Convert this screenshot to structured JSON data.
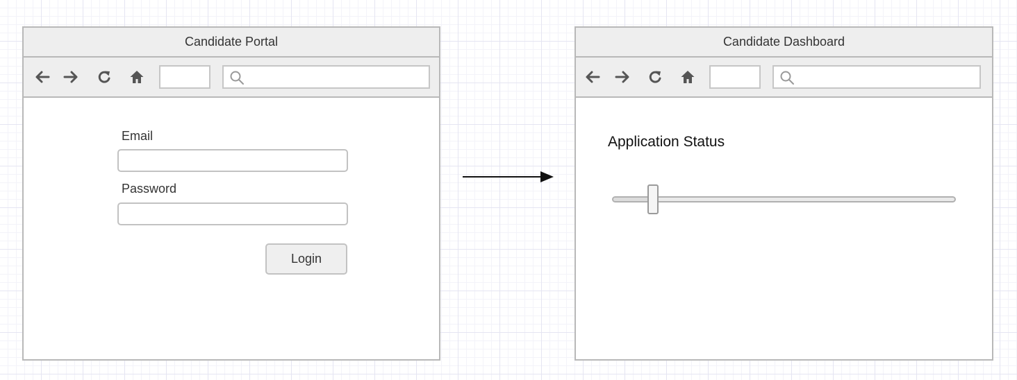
{
  "login_window": {
    "title": "Candidate Portal",
    "address_value": "",
    "search_value": "",
    "email_label": "Email",
    "email_value": "",
    "password_label": "Password",
    "password_value": "",
    "login_label": "Login"
  },
  "dashboard_window": {
    "title": "Candidate Dashboard",
    "address_value": "",
    "search_value": "",
    "status_label": "Application Status",
    "status_slider_value": 0.12
  },
  "icons": {
    "back": "arrow-left-icon",
    "forward": "arrow-right-icon",
    "reload": "reload-icon",
    "home": "home-icon",
    "search": "magnifier-icon",
    "flow": "flow-arrow-icon"
  },
  "colors": {
    "window_border": "#b8b8b8",
    "chrome_background": "#eeeeee",
    "grid": "#e5e5f2",
    "arrow": "#111111"
  }
}
